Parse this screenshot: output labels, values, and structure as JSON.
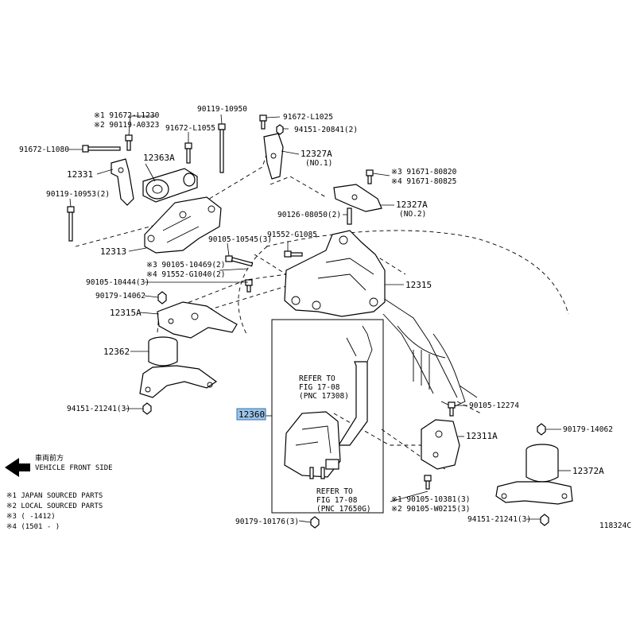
{
  "diagram": {
    "highlight_color": "#9dc3e6",
    "labels": {
      "l_91672_L1230": "※1 91672-L1230",
      "l_90119_A0323": "※2 90119-A0323",
      "l_90119_10950": "90119-10950",
      "l_91672_L1055": "91672-L1055",
      "l_91672_L1080": "91672-L1080",
      "l_12363A": "12363A",
      "l_12331": "12331",
      "l_90119_10953": "90119-10953(2)",
      "l_12313": "12313",
      "l_91672_L1025": "91672-L1025",
      "l_94151_20841": "94151-20841(2)",
      "l_12327A_1": "12327A",
      "l_no1": "(NO.1)",
      "l_91671_80820": "※3 91671-80820",
      "l_91671_80825": "※4 91671-80825",
      "l_12327A_2": "12327A",
      "l_no2": "(NO.2)",
      "l_90126_08050": "90126-08050(2)",
      "l_91552_G1085": "91552-G1085",
      "l_90105_10545": "90105-10545(3)",
      "l_90105_10469": "※3 90105-10469(2)",
      "l_91552_G1040": "※4 91552-G1040(2)",
      "l_90105_10444": "90105-10444(3)",
      "l_90179_14062_a": "90179-14062",
      "l_12315A": "12315A",
      "l_12315": "12315",
      "l_12362": "12362",
      "l_94151_21241_a": "94151-21241(3)",
      "l_12360": "12360",
      "l_refer1_a": "REFER TO",
      "l_refer1_b": "FIG 17-08",
      "l_refer1_c": "(PNC 17308)",
      "l_refer2_a": "REFER TO",
      "l_refer2_b": "FIG 17-08",
      "l_refer2_c": "(PNC 17650G)",
      "l_90179_10176": "90179-10176(3)",
      "l_90105_12274": "90105-12274",
      "l_12311A": "12311A",
      "l_90179_14062_b": "90179-14062",
      "l_12372A": "12372A",
      "l_90105_10381": "※1 90105-10381(3)",
      "l_90105_W0215": "※2 90105-W0215(3)",
      "l_94151_21241_b": "94151-21241(3)",
      "l_fig_no": "118324C"
    },
    "legend": {
      "front_jp": "車両前方",
      "front_en": "VEHICLE FRONT SIDE",
      "note1": "※1 JAPAN SOURCED PARTS",
      "note2": "※2 LOCAL SOURCED PARTS",
      "note3": "※3 (      -1412)",
      "note4": "※4 (1501 -      )"
    }
  }
}
